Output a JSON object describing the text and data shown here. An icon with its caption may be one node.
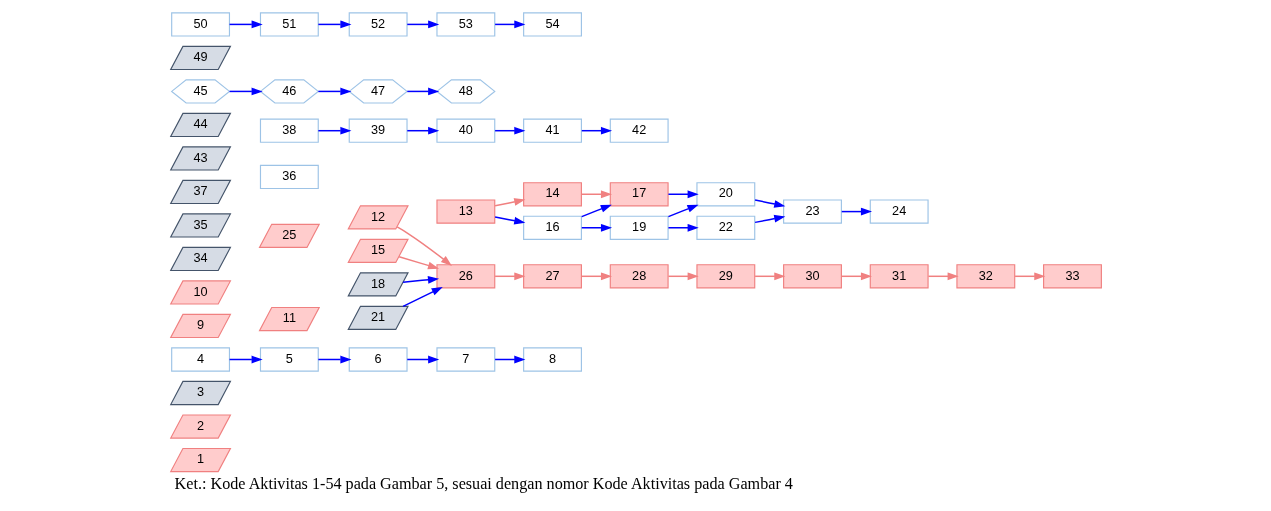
{
  "diagram": {
    "caption": "Ket.: Kode Aktivitas 1-54 pada Gambar 5, sesuai dengan nomor Kode Aktivitas pada Gambar 4",
    "nodes": [
      {
        "text": [
          "1"
        ]
      },
      {
        "text": [
          "2"
        ]
      },
      {
        "text": [
          "3"
        ]
      },
      {
        "text": [
          "4"
        ]
      },
      {
        "text": [
          "5"
        ]
      },
      {
        "text": [
          "6"
        ]
      },
      {
        "text": [
          "7"
        ]
      },
      {
        "text": [
          "8"
        ]
      },
      {
        "text": [
          "9"
        ]
      },
      {
        "text": [
          "10"
        ]
      },
      {
        "text": [
          "11"
        ]
      },
      {
        "text": [
          "12"
        ]
      },
      {
        "text": [
          "13"
        ]
      },
      {
        "text": [
          "14"
        ]
      },
      {
        "text": [
          "15"
        ]
      },
      {
        "text": [
          "16"
        ]
      },
      {
        "text": [
          "17"
        ]
      },
      {
        "text": [
          "18"
        ]
      },
      {
        "text": [
          "19"
        ]
      },
      {
        "text": [
          "20"
        ]
      },
      {
        "text": [
          "21"
        ]
      },
      {
        "text": [
          "22"
        ]
      },
      {
        "text": [
          "23"
        ]
      },
      {
        "text": [
          "24"
        ]
      },
      {
        "text": [
          "25"
        ]
      },
      {
        "text": [
          "26"
        ]
      },
      {
        "text": [
          "27"
        ]
      },
      {
        "text": [
          "28"
        ]
      },
      {
        "text": [
          "29"
        ]
      },
      {
        "text": [
          "30"
        ]
      },
      {
        "text": [
          "31"
        ]
      },
      {
        "text": [
          "32"
        ]
      },
      {
        "text": [
          "33"
        ]
      },
      {
        "text": [
          "34"
        ]
      },
      {
        "text": [
          "35"
        ]
      },
      {
        "text": [
          "36"
        ]
      },
      {
        "text": [
          "37"
        ]
      },
      {
        "text": [
          "38"
        ]
      },
      {
        "text": [
          "39"
        ]
      },
      {
        "text": [
          "40"
        ]
      },
      {
        "text": [
          "41"
        ]
      },
      {
        "text": [
          "42"
        ]
      },
      {
        "text": [
          "43"
        ]
      },
      {
        "text": [
          "44"
        ]
      },
      {
        "text": [
          "45"
        ]
      },
      {
        "text": [
          "46"
        ]
      },
      {
        "text": [
          "47"
        ]
      },
      {
        "text": [
          "48"
        ]
      },
      {
        "text": [
          "49"
        ]
      },
      {
        "text": [
          "50"
        ]
      },
      {
        "text": [
          "51"
        ]
      },
      {
        "text": [
          "52"
        ]
      },
      {
        "text": [
          "53"
        ]
      },
      {
        "text": [
          "54"
        ]
      }
    ],
    "edges": [
      {
        "from": 3,
        "to": 4,
        "arrow": "to"
      },
      {
        "from": 4,
        "to": 5,
        "arrow": "to"
      },
      {
        "from": 5,
        "to": 6,
        "arrow": "to"
      },
      {
        "from": 6,
        "to": 7,
        "arrow": "to"
      },
      {
        "from": 12,
        "to": 13,
        "arrow": "to",
        "color": "#f08080"
      },
      {
        "from": 12,
        "to": 15,
        "arrow": "to"
      },
      {
        "from": 13,
        "to": 16,
        "arrow": "to",
        "color": "#f08080"
      },
      {
        "from": 15,
        "to": 16,
        "arrow": "to"
      },
      {
        "from": 15,
        "to": 18,
        "arrow": "to"
      },
      {
        "from": 16,
        "to": 19,
        "arrow": "to"
      },
      {
        "from": 18,
        "to": 19,
        "arrow": "to"
      },
      {
        "from": 18,
        "to": 21,
        "arrow": "to"
      },
      {
        "from": 19,
        "to": 22,
        "arrow": "to"
      },
      {
        "from": 21,
        "to": 22,
        "arrow": "to"
      },
      {
        "from": 22,
        "to": 23,
        "arrow": "to"
      },
      {
        "from": 11,
        "to": 25,
        "arrow": "to",
        "color": "#f08080"
      },
      {
        "from": 14,
        "to": 25,
        "arrow": "to",
        "color": "#f08080"
      },
      {
        "from": 17,
        "to": 25,
        "arrow": "to"
      },
      {
        "from": 20,
        "to": 25,
        "arrow": "to"
      },
      {
        "from": 25,
        "to": 26,
        "arrow": "to",
        "color": "#f08080"
      },
      {
        "from": 26,
        "to": 27,
        "arrow": "to",
        "color": "#f08080"
      },
      {
        "from": 27,
        "to": 28,
        "arrow": "to",
        "color": "#f08080"
      },
      {
        "from": 28,
        "to": 29,
        "arrow": "to",
        "color": "#f08080"
      },
      {
        "from": 29,
        "to": 30,
        "arrow": "to",
        "color": "#f08080"
      },
      {
        "from": 30,
        "to": 31,
        "arrow": "to",
        "color": "#f08080"
      },
      {
        "from": 31,
        "to": 32,
        "arrow": "to",
        "color": "#f08080"
      },
      {
        "from": 37,
        "to": 38,
        "arrow": "to"
      },
      {
        "from": 38,
        "to": 39,
        "arrow": "to"
      },
      {
        "from": 39,
        "to": 40,
        "arrow": "to"
      },
      {
        "from": 40,
        "to": 41,
        "arrow": "to"
      },
      {
        "from": 44,
        "to": 45,
        "arrow": "to"
      },
      {
        "from": 45,
        "to": 46,
        "arrow": "to"
      },
      {
        "from": 46,
        "to": 47,
        "arrow": "to"
      },
      {
        "from": 49,
        "to": 50,
        "arrow": "to"
      },
      {
        "from": 50,
        "to": 51,
        "arrow": "to"
      },
      {
        "from": 51,
        "to": 52,
        "arrow": "to"
      },
      {
        "from": 52,
        "to": 53,
        "arrow": "to"
      }
    ]
  }
}
